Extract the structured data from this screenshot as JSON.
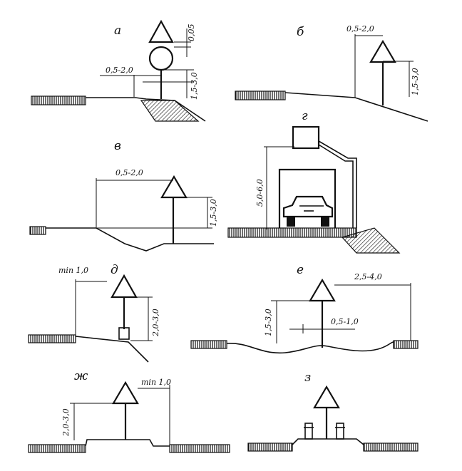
{
  "figure": {
    "panels": [
      {
        "key": "a",
        "letter": "а",
        "dims": [
          "0,05",
          "0,5-2,0",
          "1,5-3,0"
        ]
      },
      {
        "key": "b",
        "letter": "б",
        "dims": [
          "0,5-2,0",
          "1,5-3,0"
        ]
      },
      {
        "key": "v",
        "letter": "в",
        "dims": [
          "0,5-2,0",
          "1,5-3,0"
        ]
      },
      {
        "key": "g",
        "letter": "г",
        "dims": [
          "5,0-6,0"
        ]
      },
      {
        "key": "d",
        "letter": "д",
        "dims": [
          "min 1,0",
          "2,0-3,0"
        ]
      },
      {
        "key": "e",
        "letter": "е",
        "dims": [
          "2,5-4,0",
          "1,5-3,0",
          "0,5-1,0"
        ]
      },
      {
        "key": "zh",
        "letter": "ж",
        "dims": [
          "min 1,0",
          "2,0-3,0"
        ]
      },
      {
        "key": "z",
        "letter": "з",
        "dims": []
      }
    ]
  }
}
